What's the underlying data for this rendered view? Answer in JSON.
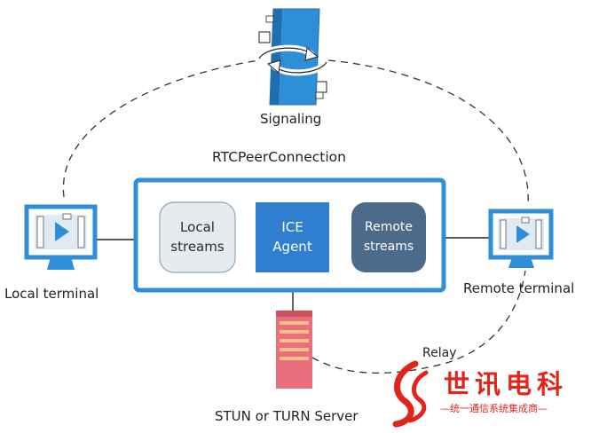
{
  "signaling": {
    "label": "Signaling"
  },
  "peer_connection": {
    "title": "RTCPeerConnection",
    "local_streams": {
      "line1": "Local",
      "line2": "streams"
    },
    "ice_agent": {
      "line1": "ICE",
      "line2": "Agent"
    },
    "remote_streams": {
      "line1": "Remote",
      "line2": "streams"
    }
  },
  "terminals": {
    "local": "Local terminal",
    "remote": "Remote terminal"
  },
  "server": {
    "label": "STUN or TURN Server",
    "relay": "Relay"
  },
  "watermark": {
    "name": "世讯电科",
    "tagline": "—统一通信系统集成商—"
  },
  "colors": {
    "primary_blue": "#2e8fd6",
    "local_box": "#e6ebf0",
    "ice_box": "#2f7fd0",
    "remote_box": "#4c6a8a",
    "server_red": "#ea6f7c",
    "server_stripe": "#f6c08a",
    "watermark_red": "#e1251b"
  },
  "icons": [
    "signaling-server-icon",
    "monitor-icon",
    "play-icon",
    "server-icon",
    "logo-icon"
  ]
}
